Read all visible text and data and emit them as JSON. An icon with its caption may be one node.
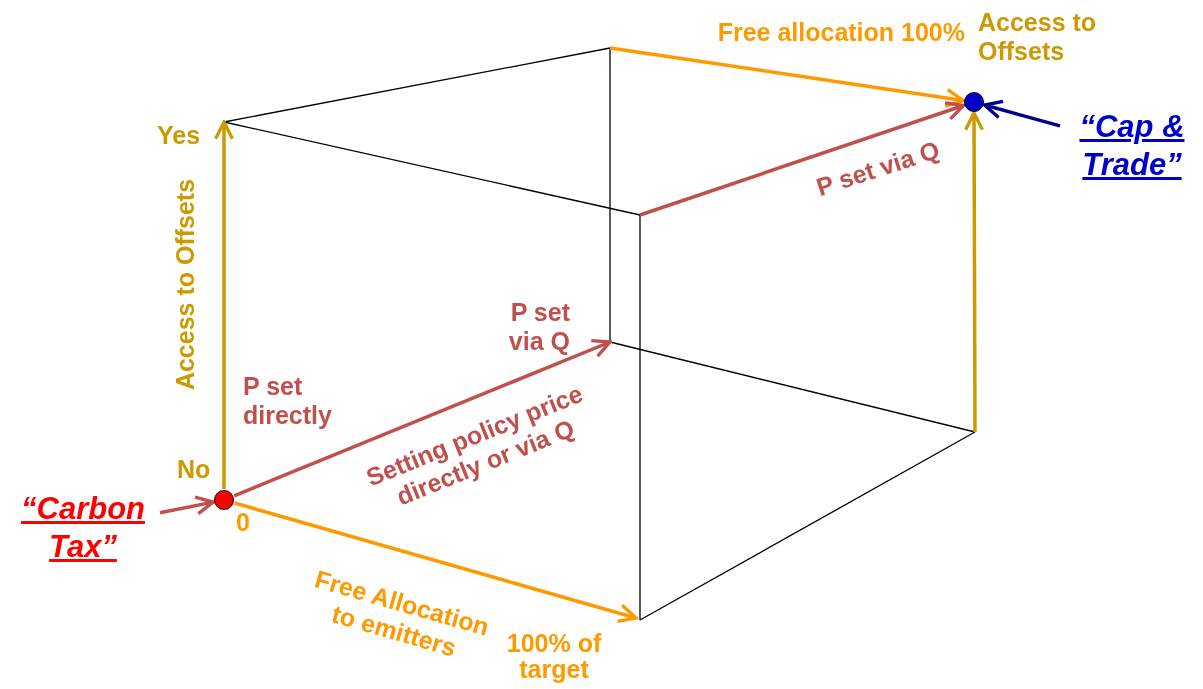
{
  "diagram": {
    "nodes": [
      {
        "text": [],
        "shape": "circle"
      },
      {
        "text": [],
        "shape": "circle"
      },
      {
        "text": [
          "“Carbon Tax”"
        ]
      },
      {
        "text": [
          "“Cap & Trade”"
        ]
      }
    ],
    "edges": [
      {
        "from": 2,
        "to": 0,
        "arrow": "to",
        "color": "#c0504d"
      },
      {
        "from": 3,
        "to": 1,
        "arrow": "to",
        "color": "#00008b"
      },
      {
        "from": 0,
        "to": null,
        "arrow": "to",
        "label": "Access to Offsets",
        "color": "#cc9900"
      },
      {
        "from": 0,
        "to": null,
        "arrow": "to",
        "label": "Setting policy price directly or via Q",
        "color": "#c0504d"
      },
      {
        "from": 0,
        "to": null,
        "arrow": "to",
        "label": "Free Allocation to emitters",
        "color": "#ff9900"
      },
      {
        "from": null,
        "to": 1,
        "arrow": "to",
        "color": "#ff9900"
      },
      {
        "from": null,
        "to": 1,
        "arrow": "to",
        "label": "P set via Q",
        "color": "#c0504d"
      },
      {
        "from": null,
        "to": 1,
        "arrow": "to",
        "color": "#cc9900"
      }
    ],
    "labels": [
      "Free allocation 100%",
      "Access to Offsets",
      "Yes",
      "P set via Q",
      "P set directly",
      "No",
      "0",
      "100% of target"
    ]
  }
}
